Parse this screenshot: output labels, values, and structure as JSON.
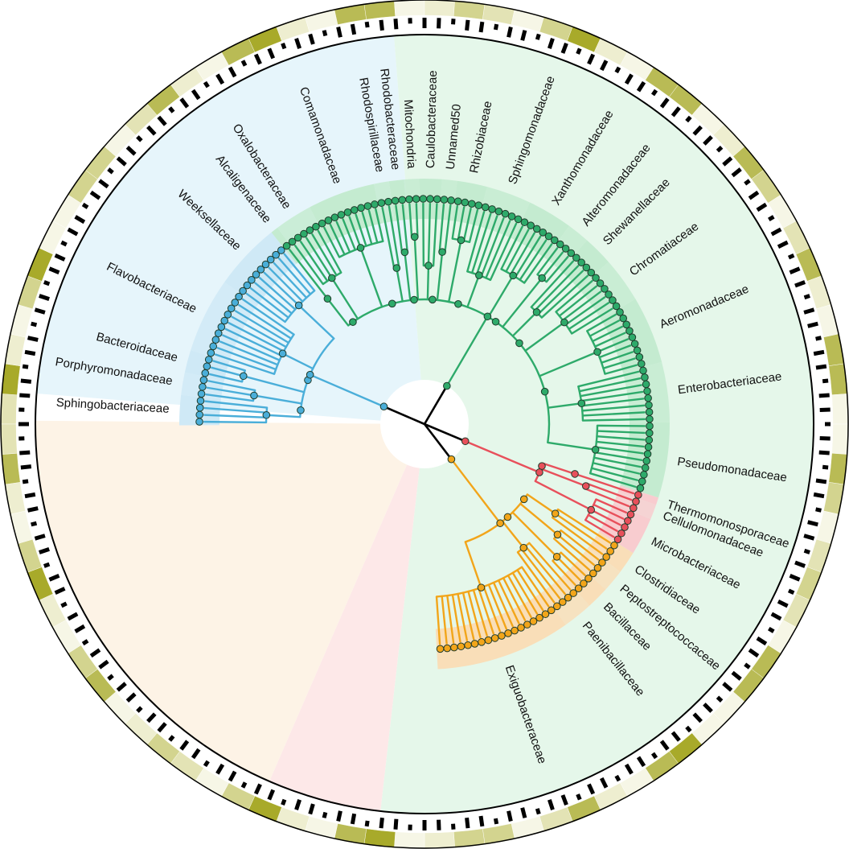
{
  "tree": {
    "clades": [
      {
        "id": "bacteroidetes",
        "color": "#4aaed9",
        "sector_color": "#e6f5fb",
        "ring_color": "#cfe9f6",
        "families": [
          "Sphingobacteriaceae",
          "Porphyromonadaceae",
          "Bacteroidaceae",
          "Flavobacteriaceae",
          "Weeksellaceae"
        ],
        "leaf_counts": [
          4,
          3,
          3,
          10,
          9
        ]
      },
      {
        "id": "proteobacteria",
        "color": "#2eaa6a",
        "sector_color": "#e5f7ea",
        "ring_color": "#c4ebd0",
        "families": [
          "Alcaligenaceae",
          "Oxalobacteraceae",
          "Comamonadaceae",
          "Rhodospirillaceae",
          "Rhodobacteraceae",
          "Mitochondria",
          "Caulobacteraceae",
          "Unnamed50",
          "Rhizobiaceae",
          "Sphingomonadaceae",
          "Xanthomonadaceae",
          "Alteromonadaceae",
          "Shewanellaceae",
          "Chromatiaceae",
          "Aeromonadaceae",
          "Enterobacteriaceae",
          "Pseudomonadaceae"
        ],
        "leaf_counts": [
          1,
          5,
          9,
          2,
          2,
          2,
          3,
          2,
          4,
          6,
          6,
          3,
          4,
          6,
          9,
          8,
          10
        ]
      },
      {
        "id": "actinobacteria",
        "color": "#e8505b",
        "sector_color": "#fde8e8",
        "ring_color": "#f8cccf",
        "families": [
          "Thermomonosporaceae",
          "Cellulomonadaceae",
          "Microbacteriaceae"
        ],
        "leaf_counts": [
          1,
          2,
          5
        ]
      },
      {
        "id": "firmicutes",
        "color": "#f2a51a",
        "sector_color": "#fdf3e6",
        "ring_color": "#f9deb8",
        "families": [
          "Clostridiaceae",
          "Peptostreptococcaceae",
          "Bacillaceae",
          "Paenibacillaceae",
          "Exiguobacteraceae"
        ],
        "leaf_counts": [
          3,
          3,
          3,
          4,
          18
        ]
      }
    ],
    "root_color": "#000000",
    "node_stroke": "#1f3b2b"
  },
  "outer_ring": {
    "presence_color": "#000000",
    "heat_colors": [
      "#f6f6e6",
      "#eeeed0",
      "#e3e3b5",
      "#d3d48f",
      "#b9bb55",
      "#a8aa2a"
    ]
  }
}
